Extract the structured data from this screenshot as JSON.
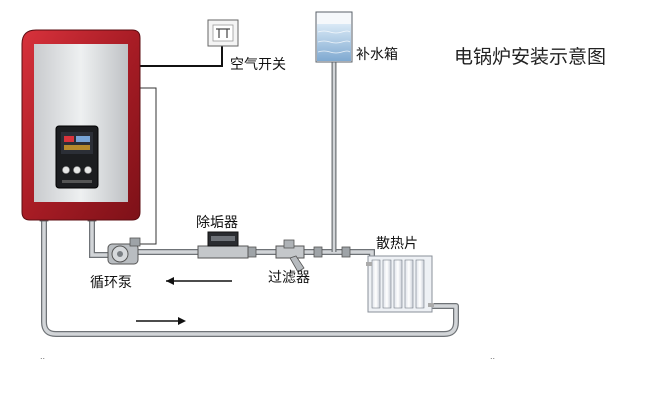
{
  "diagram": {
    "title": "电锅炉安装示意图",
    "labels": {
      "air_switch": "空气开关",
      "water_tank": "补水箱",
      "descaler": "除垢器",
      "radiator": "散热片",
      "pump": "循环泵",
      "filter": "过滤器"
    },
    "marks": {
      "dot_left": "..",
      "dot_right": ".."
    }
  },
  "colors": {
    "boiler_frame": "#b0202b",
    "boiler_panel": "#d9dbdd",
    "pipe": "#c9ccce",
    "pipe_outline": "#6f7377",
    "wire": "#111111",
    "water": "#a9c8e6"
  }
}
